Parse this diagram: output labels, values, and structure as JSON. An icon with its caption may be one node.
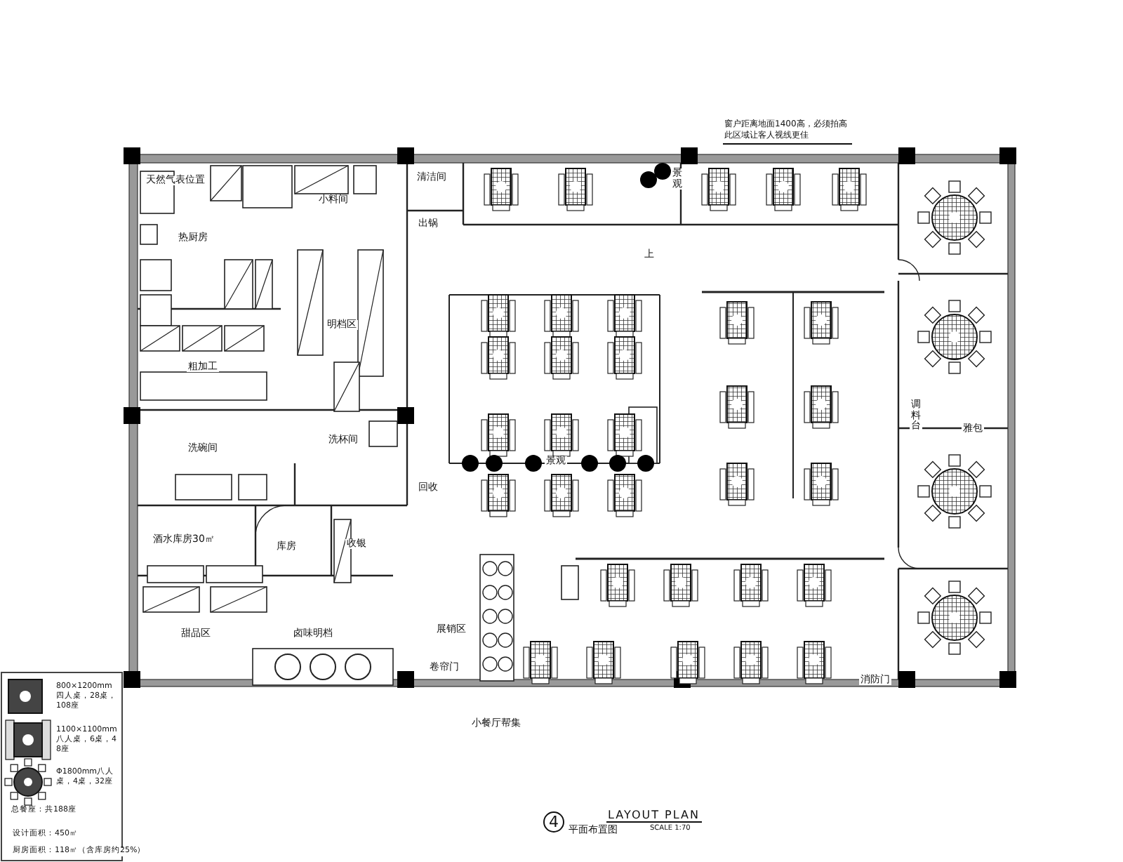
{
  "diagram": {
    "title": "LAYOUT PLAN",
    "caption": "平面布置图",
    "labels": [
      "天然气表位置",
      "热厨房",
      "小料间",
      "清洁间",
      "出锅",
      "明档区",
      "粗加工",
      "洗碗间",
      "洗杯间",
      "回收",
      "酒水库房30㎡",
      "库房",
      "收银",
      "甜品区",
      "卤味明档",
      "卷帘门",
      "展销区",
      "小餐厅帮集",
      "景观",
      "上",
      "窗户距离地面1400高，必须拍高此区域让客人视线更佳",
      "景观",
      "调料台",
      "雅包",
      "消防门",
      "设计面积：450㎡",
      "厨房面积：118㎡（含库房约25%）",
      "4",
      "SCALE 1:70"
    ],
    "legend": [
      {
        "text": "800×1200mm四人桌，28桌，108座"
      },
      {
        "text": "1100×1100mm八人桌，6桌，48座"
      },
      {
        "text": "Φ1800mm八人桌，4桌，32座"
      },
      {
        "text": "总餐座：共188座"
      }
    ]
  }
}
